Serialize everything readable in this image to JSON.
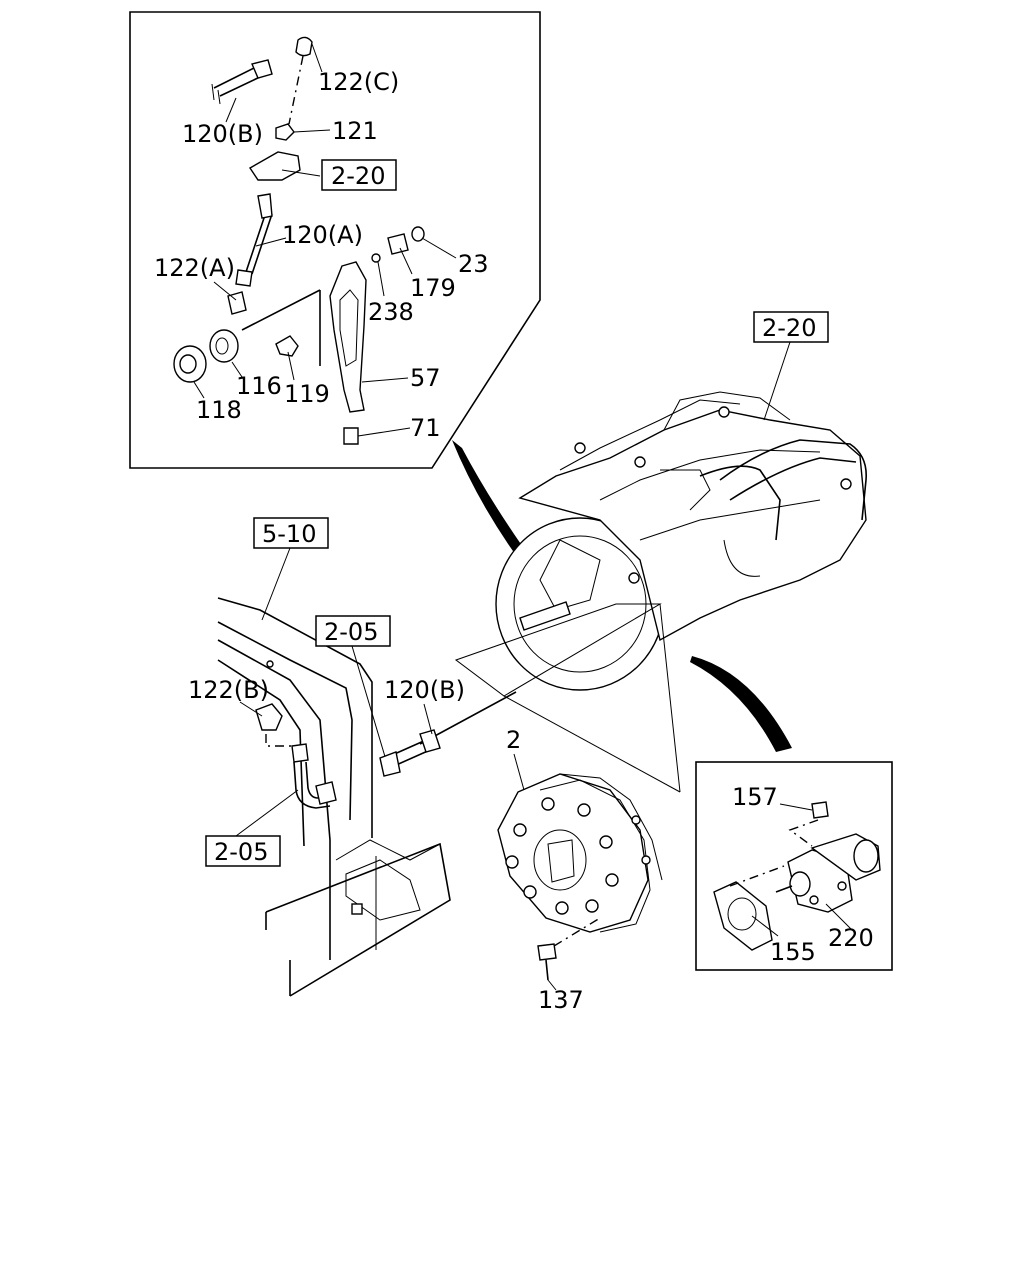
{
  "callouts": {
    "c122C": "122(C)",
    "c120B_top": "120(B)",
    "c121": "121",
    "ref2_20_inset": "2-20",
    "c120A": "120(A)",
    "c122A": "122(A)",
    "c23": "23",
    "c179": "179",
    "c238": "238",
    "c57": "57",
    "c116": "116",
    "c119": "119",
    "c118": "118",
    "c71": "71",
    "ref2_20_main": "2-20",
    "ref5_10": "5-10",
    "ref2_05_top": "2-05",
    "c122B": "122(B)",
    "c120B_mid": "120(B)",
    "ref2_05_bottom": "2-05",
    "c2": "2",
    "c157": "157",
    "c220": "220",
    "c155": "155",
    "c137": "137"
  }
}
